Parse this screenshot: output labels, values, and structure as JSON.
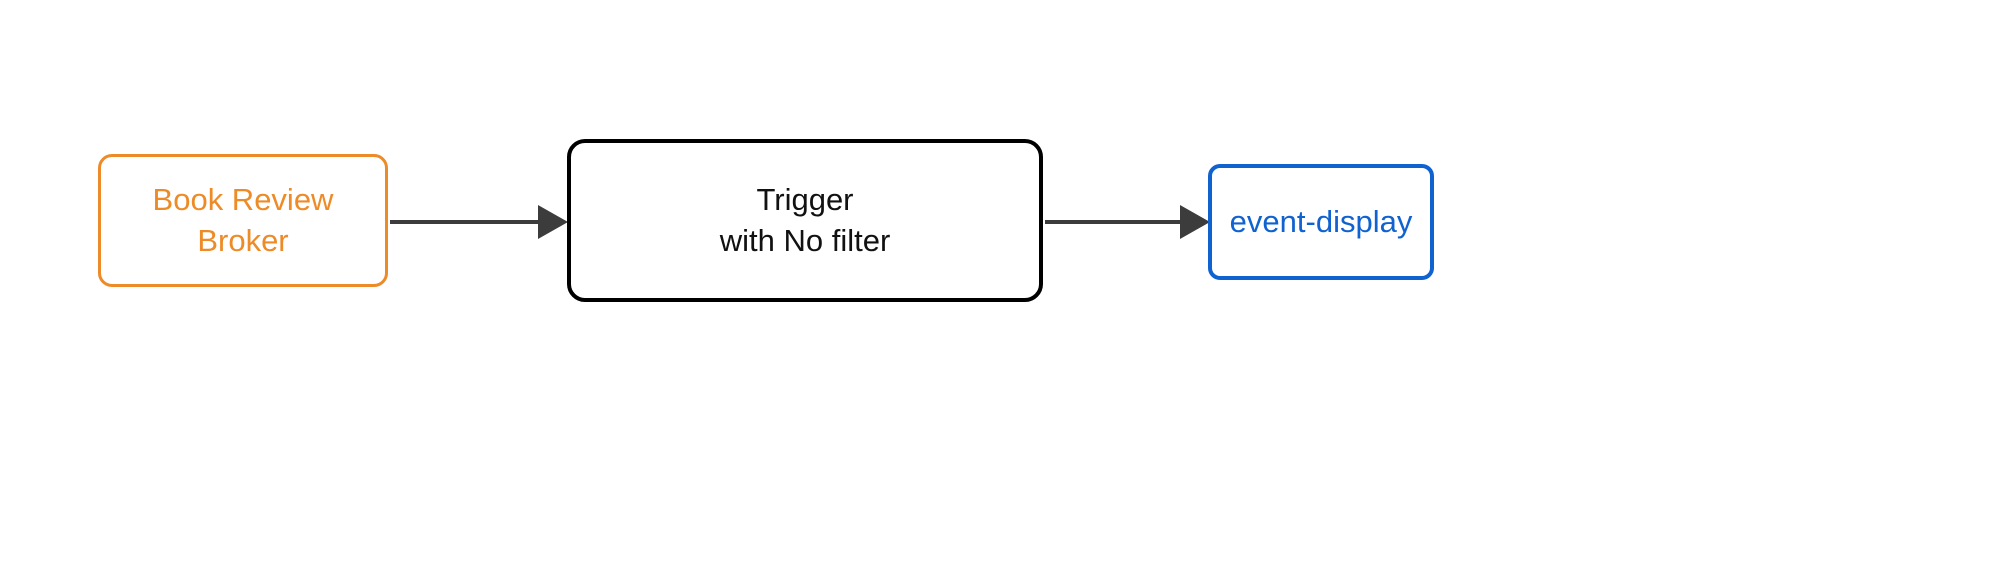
{
  "diagram": {
    "type": "flow-diagram",
    "background_color": "#ffffff",
    "nodes": [
      {
        "id": "broker",
        "label": "Book Review\nBroker",
        "lines": [
          "Book Review",
          "Broker"
        ],
        "shape": "rounded-rectangle",
        "border_color": "#ED8B28",
        "text_color": "#ED8B28",
        "fill_color": "#ffffff"
      },
      {
        "id": "trigger",
        "label": "Trigger\nwith No filter",
        "lines": [
          "Trigger",
          "with No filter"
        ],
        "shape": "rounded-rectangle",
        "border_color": "#000000",
        "text_color": "#111111",
        "fill_color": "#ffffff"
      },
      {
        "id": "sink",
        "label": "event-display",
        "lines": [
          "event-display"
        ],
        "shape": "rounded-rectangle",
        "border_color": "#0F62D0",
        "text_color": "#0F62D0",
        "fill_color": "#ffffff"
      }
    ],
    "edges": [
      {
        "id": "broker-to-trigger",
        "from": "broker",
        "to": "trigger",
        "label": "",
        "color": "#3C3C3C",
        "arrowhead": "filled-triangle",
        "direction": "right"
      },
      {
        "id": "trigger-to-sink",
        "from": "trigger",
        "to": "sink",
        "label": "",
        "color": "#3C3C3C",
        "arrowhead": "filled-triangle",
        "direction": "right"
      }
    ]
  }
}
